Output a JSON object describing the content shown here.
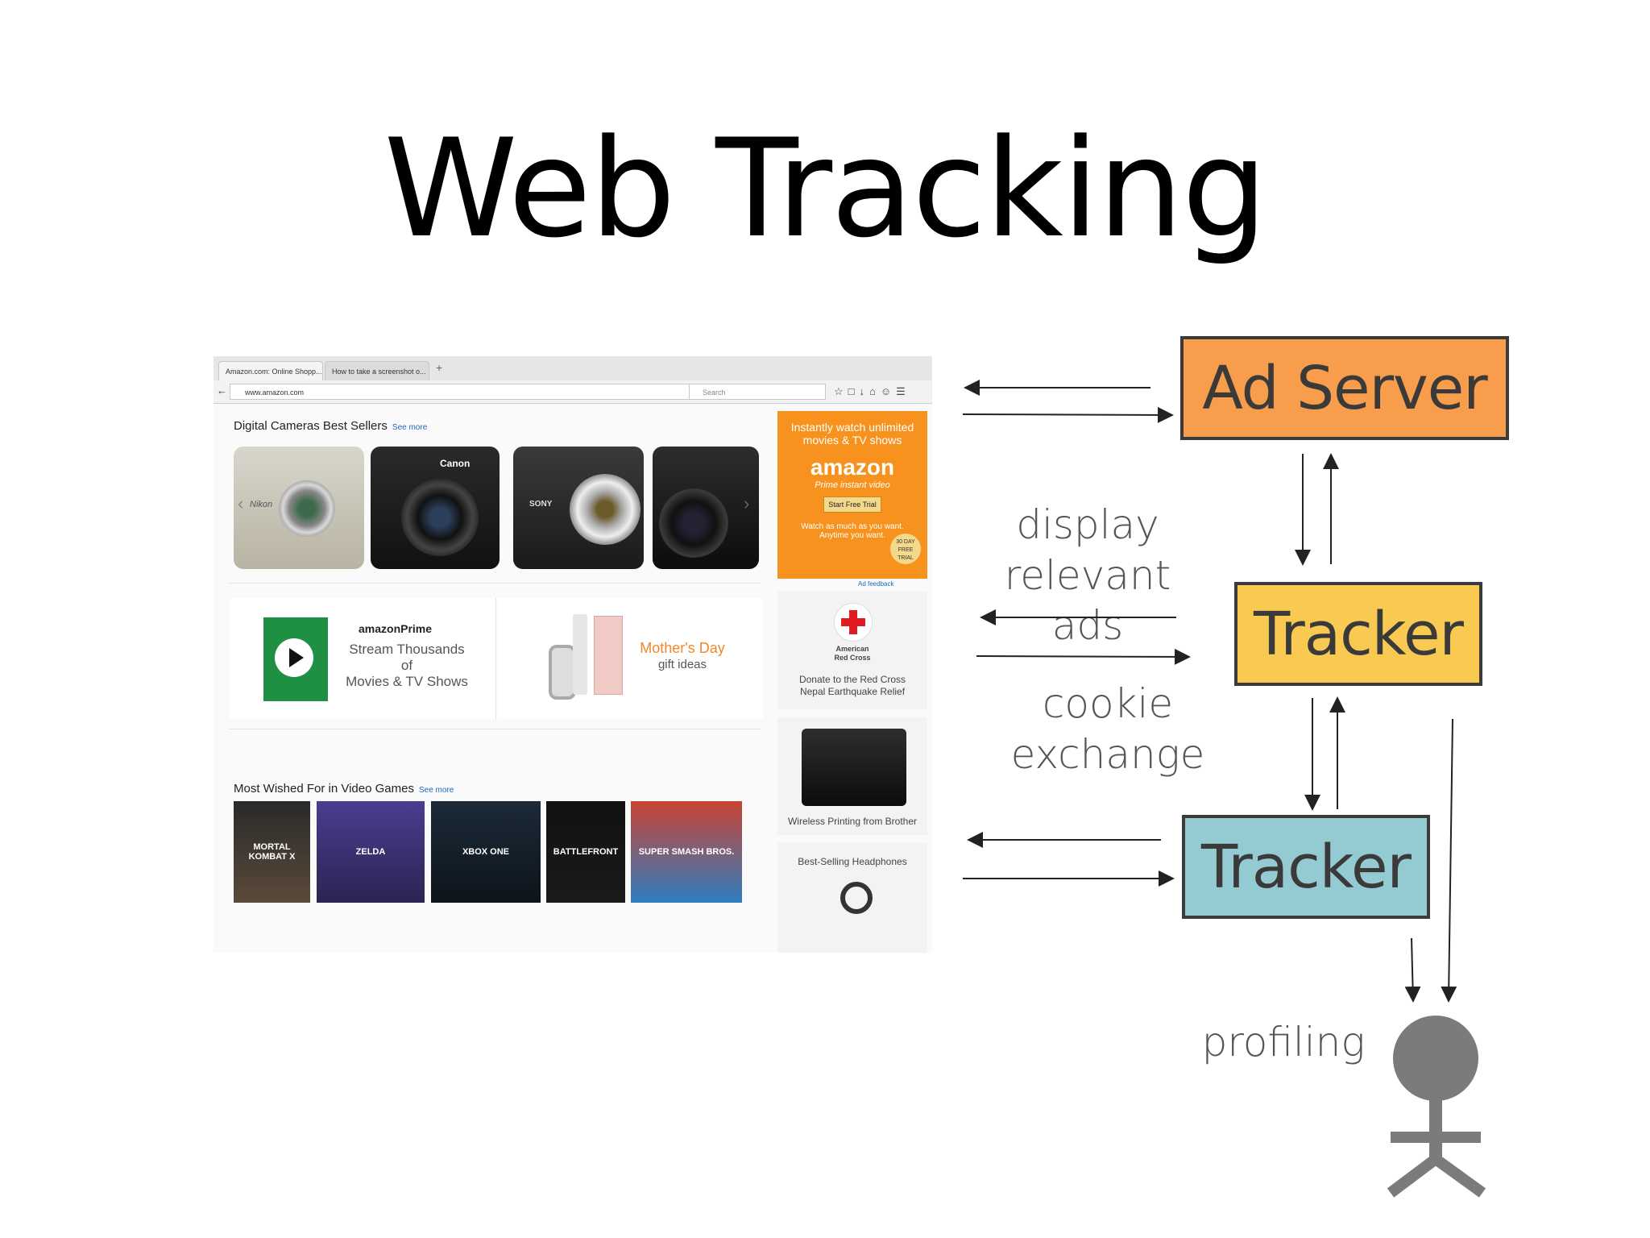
{
  "slide": {
    "title": "Web Tracking"
  },
  "diagram": {
    "ad_server": {
      "label": "Ad Server",
      "color": "#f89d4c"
    },
    "tracker_top": {
      "label": "Tracker",
      "color": "#f9ca52"
    },
    "tracker_bottom": {
      "label": "Tracker",
      "color": "#94cad1"
    },
    "labels": {
      "display_line1": "display",
      "display_line2": "relevant ads",
      "cookie_line1": "cookie",
      "cookie_line2": "exchange",
      "profiling": "profiling"
    },
    "user_icon": "person-icon"
  },
  "browser": {
    "tabs": [
      "Amazon.com: Online Shopp...",
      "How to take a screenshot o..."
    ],
    "url": "www.amazon.com",
    "search_placeholder": "Search",
    "cameras_title": "Digital Cameras Best Sellers",
    "see_more": "See more",
    "camera_brands": [
      "Nikon",
      "Canon",
      "SONY",
      ""
    ],
    "prime_brand": "amazonPrime",
    "prime_text_1": "Stream Thousands of",
    "prime_text_2": "Movies & TV Shows",
    "mothers_day_1": "Mother's Day",
    "mothers_day_2": "gift ideas",
    "games_title": "Most Wished For in Video Games",
    "games": [
      "MORTAL KOMBAT X",
      "ZELDA",
      "XBOX ONE",
      "BATTLEFRONT",
      "SUPER SMASH BROS."
    ],
    "ad": {
      "line1": "Instantly watch unlimited",
      "line2": "movies & TV shows",
      "brand": "amazon",
      "sub": "Prime instant video",
      "cta": "Start Free Trial",
      "foot1": "Watch as much as you want.",
      "foot2": "Anytime you want.",
      "badge": "30 DAY FREE TRIAL",
      "feedback": "Ad feedback"
    },
    "red_cross": {
      "org1": "American",
      "org2": "Red Cross",
      "text1": "Donate to the Red Cross",
      "text2": "Nepal Earthquake Relief"
    },
    "printer_text": "Wireless Printing from Brother",
    "headphones_text": "Best-Selling Headphones"
  }
}
